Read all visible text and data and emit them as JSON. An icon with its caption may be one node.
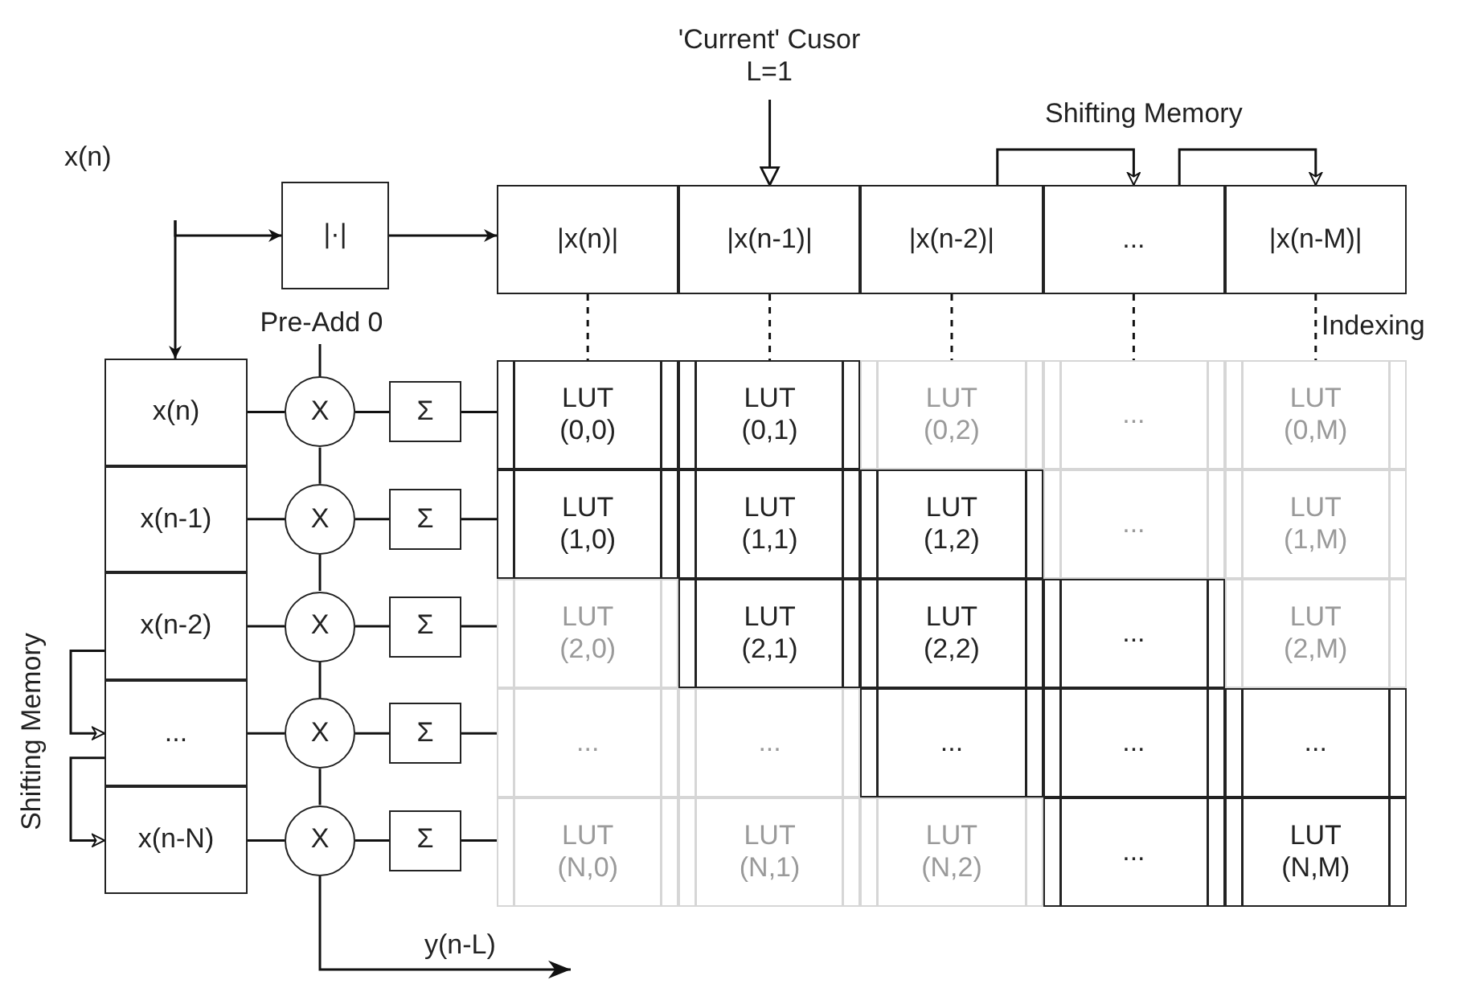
{
  "diagram": {
    "nodes": [
      {
        "text": [
          "'Current' Cusor L=1"
        ]
      },
      {
        "text": [
          "x(n)"
        ]
      },
      {
        "text": [
          "|·|"
        ]
      },
      {
        "text": [
          "|x(n)|"
        ]
      },
      {
        "text": [
          "|x(n-1)|"
        ]
      },
      {
        "text": [
          "|x(n-2)|"
        ]
      },
      {
        "text": [
          "..."
        ]
      },
      {
        "text": [
          "|x(n-M)|"
        ]
      },
      {
        "text": [
          "Pre-Add 0"
        ]
      },
      {
        "text": [
          "x(n)"
        ]
      },
      {
        "text": [
          "x(n-1)"
        ]
      },
      {
        "text": [
          "x(n-2)"
        ]
      },
      {
        "text": [
          "..."
        ]
      },
      {
        "text": [
          "x(n-N)"
        ]
      },
      {
        "text": [
          "X"
        ]
      },
      {
        "text": [
          "X"
        ]
      },
      {
        "text": [
          "X"
        ]
      },
      {
        "text": [
          "X"
        ]
      },
      {
        "text": [
          "X"
        ]
      },
      {
        "text": [
          "Σ"
        ]
      },
      {
        "text": [
          "Σ"
        ]
      },
      {
        "text": [
          "Σ"
        ]
      },
      {
        "text": [
          "Σ"
        ]
      },
      {
        "text": [
          "Σ"
        ]
      },
      {
        "text": [
          "LUT (0,0)"
        ]
      },
      {
        "text": [
          "LUT (0,1)"
        ]
      },
      {
        "text": [
          "LUT (0,2)"
        ]
      },
      {
        "text": [
          "..."
        ]
      },
      {
        "text": [
          "LUT (0,M)"
        ]
      },
      {
        "text": [
          "LUT (1,0)"
        ]
      },
      {
        "text": [
          "LUT (1,1)"
        ]
      },
      {
        "text": [
          "LUT (1,2)"
        ]
      },
      {
        "text": [
          "..."
        ]
      },
      {
        "text": [
          "LUT (1,M)"
        ]
      },
      {
        "text": [
          "LUT (2,0)"
        ]
      },
      {
        "text": [
          "LUT (2,1)"
        ]
      },
      {
        "text": [
          "LUT (2,2)"
        ]
      },
      {
        "text": [
          "..."
        ]
      },
      {
        "text": [
          "LUT (2,M)"
        ]
      },
      {
        "text": [
          "..."
        ]
      },
      {
        "text": [
          "..."
        ]
      },
      {
        "text": [
          "..."
        ]
      },
      {
        "text": [
          "..."
        ]
      },
      {
        "text": [
          "..."
        ]
      },
      {
        "text": [
          "LUT (N,0)"
        ]
      },
      {
        "text": [
          "LUT (N,1)"
        ]
      },
      {
        "text": [
          "LUT (N,2)"
        ]
      },
      {
        "text": [
          "..."
        ]
      },
      {
        "text": [
          "LUT (N,M)"
        ]
      }
    ],
    "edges": [
      {
        "from": 1,
        "to": 2,
        "arrow": "to"
      },
      {
        "from": 1,
        "to": 9,
        "arrow": "to"
      },
      {
        "from": 2,
        "to": 3,
        "arrow": "to"
      },
      {
        "from": 0,
        "to": 4,
        "arrow": "to"
      },
      {
        "from": 5,
        "to": 6,
        "arrow": "to"
      },
      {
        "from": 6,
        "to": 7,
        "arrow": "to"
      },
      {
        "from": 3,
        "to": 24,
        "arrow": "none",
        "style": "dashed"
      },
      {
        "from": 4,
        "to": 25,
        "arrow": "none",
        "style": "dashed"
      },
      {
        "from": 5,
        "to": 26,
        "arrow": "none",
        "style": "dashed"
      },
      {
        "from": 6,
        "to": 27,
        "arrow": "none",
        "style": "dashed"
      },
      {
        "from": 7,
        "to": 28,
        "arrow": "none",
        "style": "dashed"
      },
      {
        "from": 8,
        "to": 14,
        "arrow": "none"
      },
      {
        "from": 9,
        "to": 14,
        "arrow": "none"
      },
      {
        "from": 10,
        "to": 15,
        "arrow": "none"
      },
      {
        "from": 11,
        "to": 16,
        "arrow": "none"
      },
      {
        "from": 12,
        "to": 17,
        "arrow": "none"
      },
      {
        "from": 13,
        "to": 18,
        "arrow": "none"
      },
      {
        "from": 14,
        "to": 15,
        "arrow": "none"
      },
      {
        "from": 15,
        "to": 16,
        "arrow": "none"
      },
      {
        "from": 16,
        "to": 17,
        "arrow": "none"
      },
      {
        "from": 17,
        "to": 18,
        "arrow": "none"
      },
      {
        "from": 14,
        "to": 19,
        "arrow": "none"
      },
      {
        "from": 15,
        "to": 20,
        "arrow": "none"
      },
      {
        "from": 16,
        "to": 21,
        "arrow": "none"
      },
      {
        "from": 17,
        "to": 22,
        "arrow": "none"
      },
      {
        "from": 18,
        "to": 23,
        "arrow": "none"
      },
      {
        "from": 19,
        "to": 24,
        "arrow": "none"
      },
      {
        "from": 20,
        "to": 29,
        "arrow": "none"
      },
      {
        "from": 21,
        "to": 34,
        "arrow": "none"
      },
      {
        "from": 22,
        "to": 39,
        "arrow": "none"
      },
      {
        "from": 23,
        "to": 44,
        "arrow": "none"
      },
      {
        "from": 18,
        "to": null,
        "arrow": "to",
        "label": "y(n-L)"
      },
      {
        "from": 11,
        "to": 12,
        "arrow": "to"
      },
      {
        "from": 12,
        "to": 13,
        "arrow": "to"
      }
    ],
    "labels": [
      "Shifting Memory",
      "Indexing",
      "Shifting Memory"
    ]
  }
}
